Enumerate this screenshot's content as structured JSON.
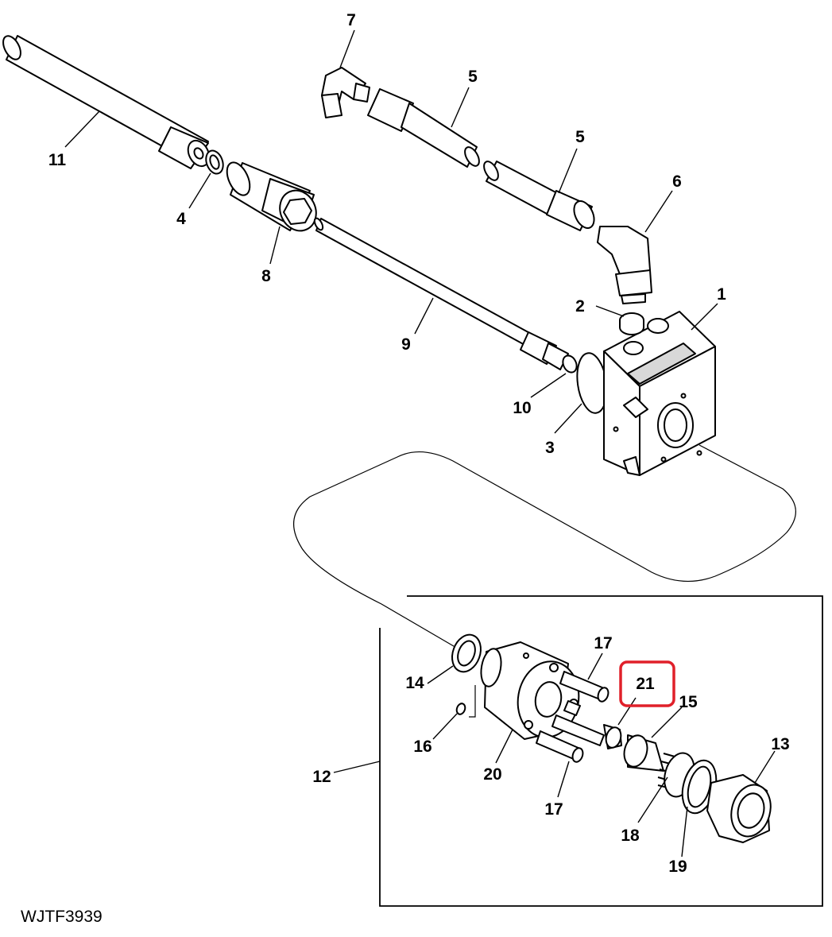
{
  "figure_code": "WJTF3939",
  "highlight_color": "#e0202a",
  "highlighted_callout": "21",
  "callouts": {
    "c1": "1",
    "c2": "2",
    "c3": "3",
    "c4": "4",
    "c5a": "5",
    "c5b": "5",
    "c6": "6",
    "c7": "7",
    "c8": "8",
    "c9": "9",
    "c10": "10",
    "c11": "11",
    "c12": "12",
    "c13": "13",
    "c14": "14",
    "c15": "15",
    "c16": "16",
    "c17a": "17",
    "c17b": "17",
    "c18": "18",
    "c19": "19",
    "c20": "20",
    "c21": "21"
  }
}
